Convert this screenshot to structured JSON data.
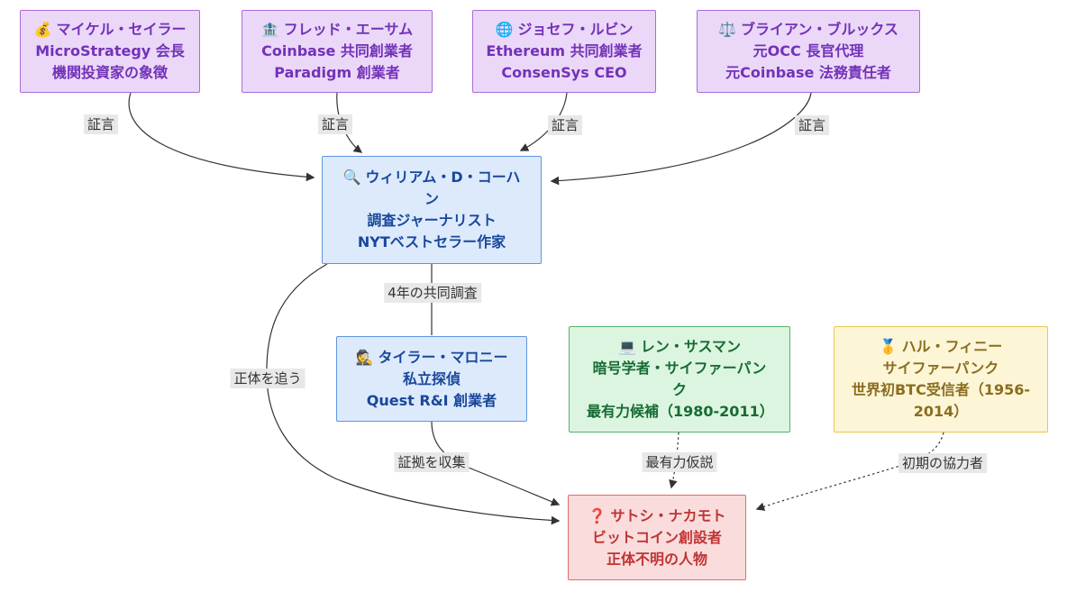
{
  "diagram": {
    "title": "Satoshi Nakamoto investigation relationship diagram",
    "nodes": {
      "saylor": {
        "icon": "💰",
        "name": "マイケル・セイラー",
        "line2": "MicroStrategy 会長",
        "line3": "機関投資家の象徴"
      },
      "ehrsam": {
        "icon": "🏦",
        "name": "フレッド・エーサム",
        "line2": "Coinbase 共同創業者",
        "line3": "Paradigm 創業者"
      },
      "lubin": {
        "icon": "🌐",
        "name": "ジョセフ・ルビン",
        "line2": "Ethereum 共同創業者",
        "line3": "ConsenSys CEO"
      },
      "brooks": {
        "icon": "⚖️",
        "name": "ブライアン・ブルックス",
        "line2": "元OCC 長官代理",
        "line3": "元Coinbase 法務責任者"
      },
      "cohan": {
        "icon": "🔍",
        "name": "ウィリアム・D・コーハン",
        "line2": "調査ジャーナリスト",
        "line3": "NYTベストセラー作家"
      },
      "maroney": {
        "icon": "🕵️",
        "name": "タイラー・マロニー",
        "line2": "私立探偵",
        "line3": "Quest R&I 創業者"
      },
      "sassaman": {
        "icon": "💻",
        "name": "レン・サスマン",
        "line2": "暗号学者・サイファーパンク",
        "line3": "最有力候補（1980-2011）"
      },
      "finney": {
        "icon": "🥇",
        "name": "ハル・フィニー",
        "line2": "サイファーパンク",
        "line3": "世界初BTC受信者（1956-2014）"
      },
      "satoshi": {
        "icon": "❓",
        "name": "サトシ・ナカモト",
        "line2": "ビットコイン創設者",
        "line3": "正体不明の人物"
      }
    },
    "edge_labels": {
      "testimony1": "証言",
      "testimony2": "証言",
      "testimony3": "証言",
      "testimony4": "証言",
      "joint_investigation": "4年の共同調査",
      "chase_identity": "正体を追う",
      "collect_evidence": "証拠を収集",
      "top_hypothesis": "最有力仮説",
      "early_collaborator": "初期の協力者"
    },
    "colors": {
      "purple_fill": "#EBD7F8",
      "purple_border": "#AA6BD8",
      "purple_text": "#7232B8",
      "blue_fill": "#DCEAFC",
      "blue_border": "#5E95E2",
      "blue_text": "#1A479B",
      "green_fill": "#DCF5E0",
      "green_border": "#4FB56B",
      "green_text": "#166B33",
      "yellow_fill": "#FCF5D6",
      "yellow_border": "#EAC64F",
      "yellow_text": "#8A6D1E",
      "red_fill": "#FADCDC",
      "red_border": "#E26B6B",
      "red_text": "#C03434",
      "edge_line": "#333333",
      "edge_label_bg": "#E8E8E8"
    }
  }
}
